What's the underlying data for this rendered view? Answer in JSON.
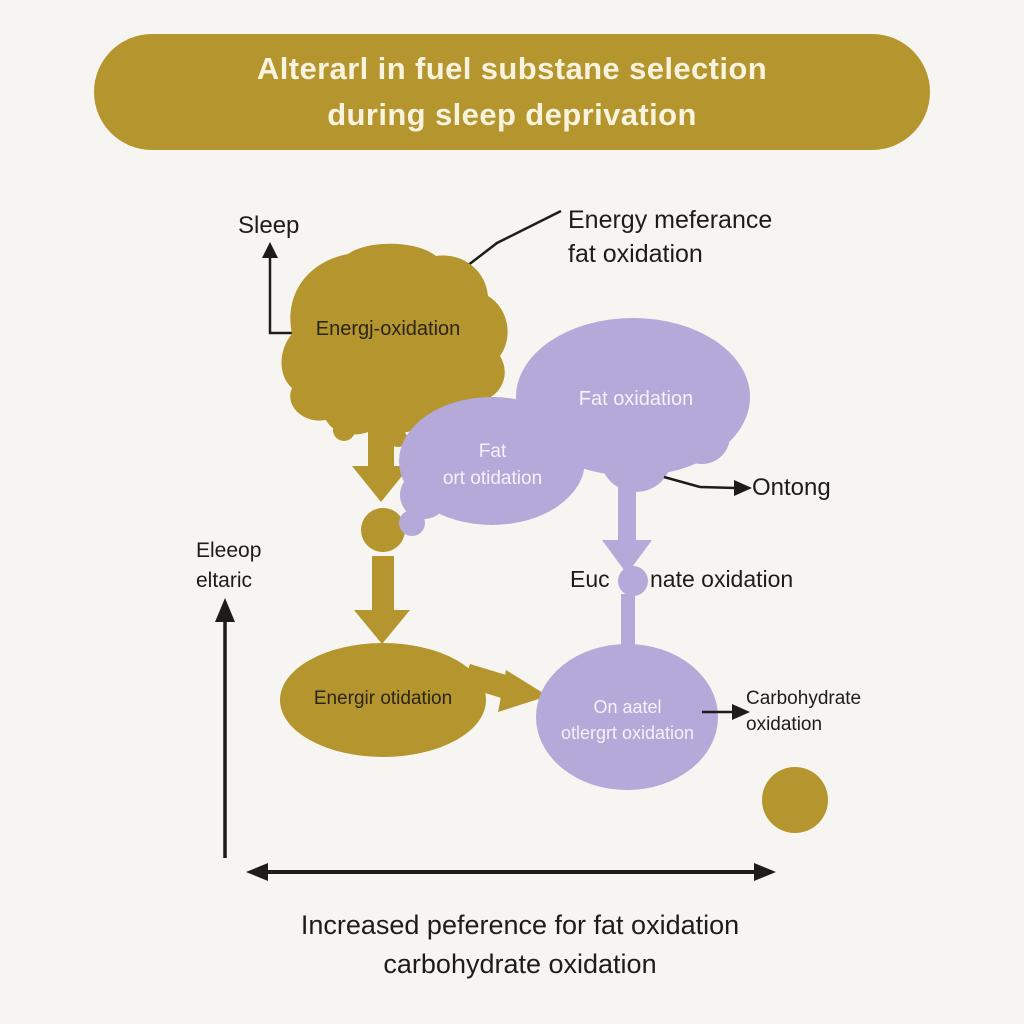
{
  "colors": {
    "bg": "#f6f5f1",
    "gold": "#b5952e",
    "purple": "#b4a9d9",
    "ink": "#1d1c1a",
    "banner_text": "#f8f3de",
    "light_text": "#f4f2fa",
    "blob_text": "#2c2514"
  },
  "banner": {
    "line1": "Alterarl in fuel substane selection",
    "line2": "during sleep deprivation"
  },
  "labels": {
    "sleep": "Sleep",
    "energy_ref_line1": "Energy meferance",
    "energy_ref_line2": "fat oxidation",
    "blob_top": "Energj-oxidation",
    "cloud_big": "Fat oxidation",
    "cloud_small_line1": "Fat",
    "cloud_small_line2": "ort otidation",
    "ontong": "Ontong",
    "euc_prefix": "Euc",
    "euc_suffix": "nate oxidation",
    "axis_line1": "Eleeop",
    "axis_line2": "eltaric",
    "blob_bottom": "Energir otidation",
    "ellipse_purple_line1": "On aatel",
    "ellipse_purple_line2": "otlergrt oxidation",
    "carb_line1": "Carbohydrate",
    "carb_line2": "oxidation",
    "caption_line1": "Increased peference for fat oxidation",
    "caption_line2": "carbohydrate oxidation"
  }
}
